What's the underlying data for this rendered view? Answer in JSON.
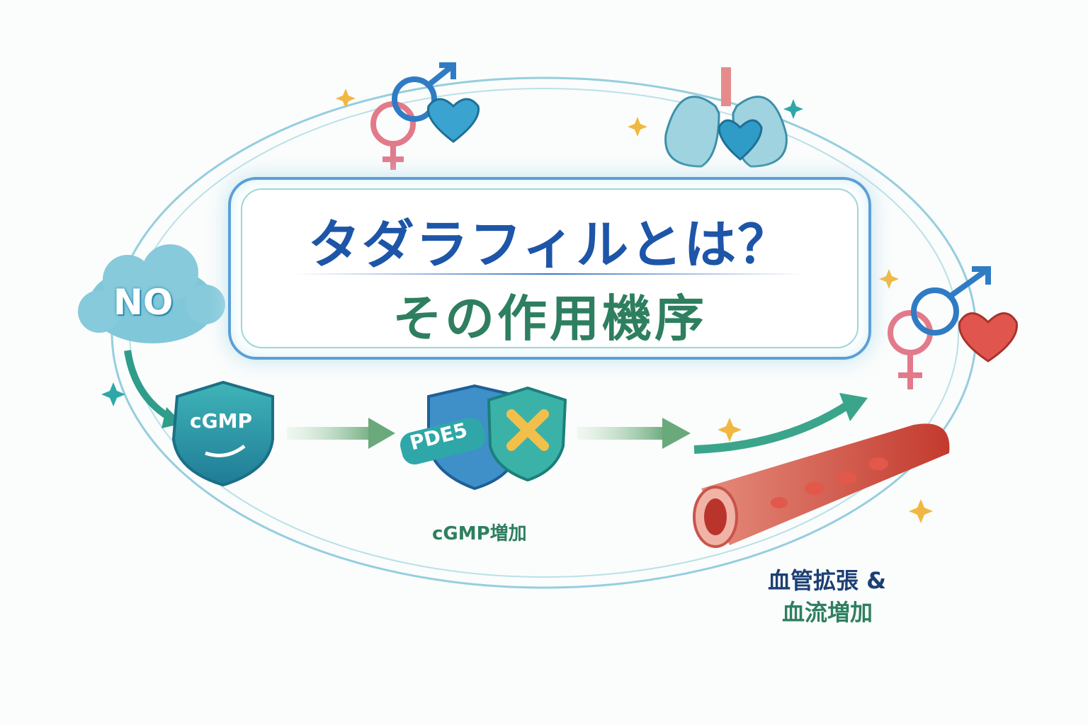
{
  "title": {
    "line1": "タダラフィルとは？",
    "line2": "その作用機序"
  },
  "steps": {
    "no_label": "NO",
    "cgmp_label": "cGMP",
    "pde5_label": "PDE5",
    "cgmp_increase": "cGMP増加",
    "result_line1": "血管拡張 &",
    "result_line2": "血流増加"
  },
  "colors": {
    "title_blue": "#1d55a8",
    "title_green": "#2e7f5f",
    "teal": "#2fa7a8",
    "vessel_red": "#d24a3c"
  }
}
